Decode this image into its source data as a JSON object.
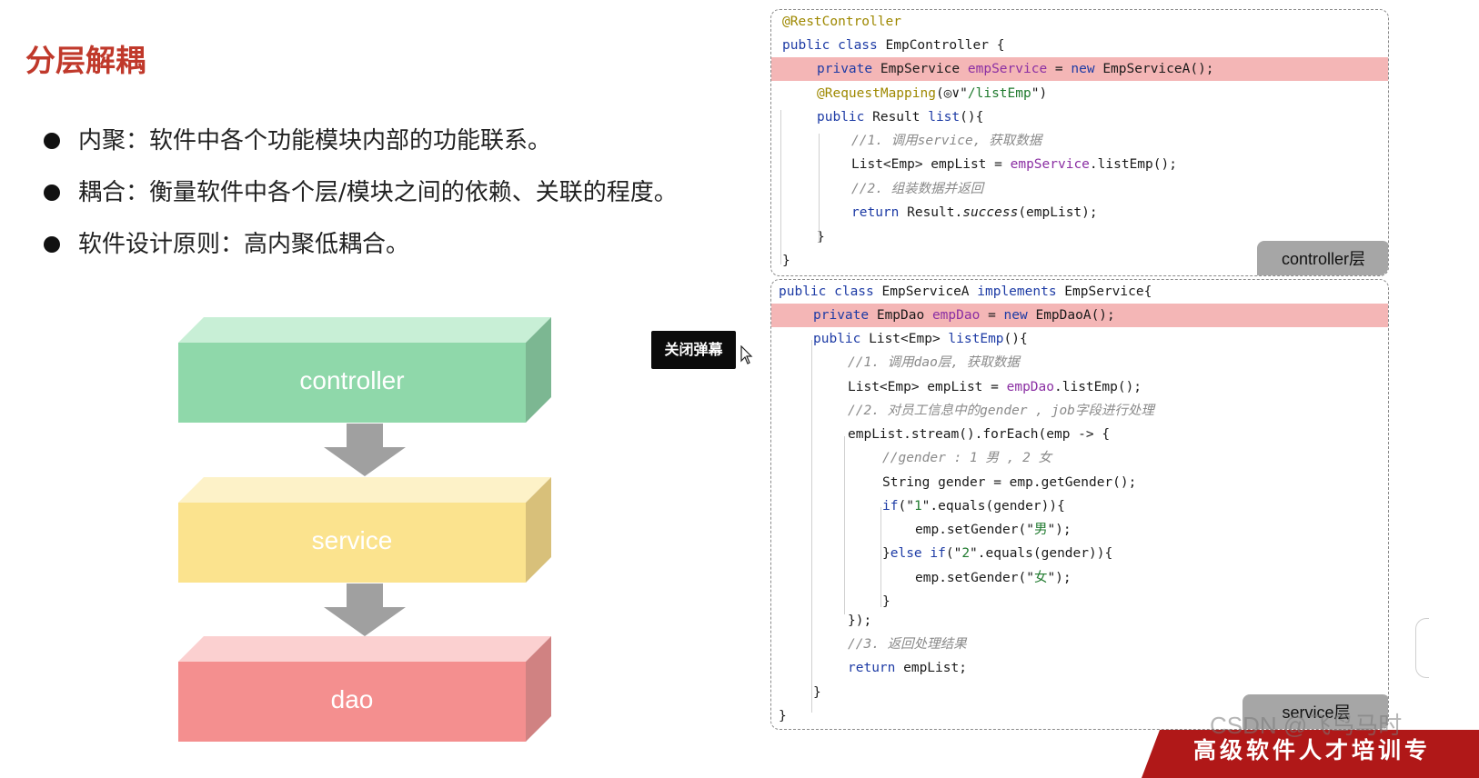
{
  "slide": {
    "title": "分层解耦",
    "bullets": [
      "内聚：软件中各个功能模块内部的功能联系。",
      "耦合：衡量软件中各个层/模块之间的依赖、关联的程度。",
      "软件设计原则：高内聚低耦合。"
    ],
    "layers": [
      {
        "label": "controller",
        "front": "#8fd8aa",
        "top": "#c8efd6",
        "side": "#7cb792"
      },
      {
        "label": "service",
        "front": "#fbe38e",
        "top": "#fdf2c8",
        "side": "#d8c07a"
      },
      {
        "label": "dao",
        "front": "#f48f8f",
        "top": "#fbd0d0",
        "side": "#d08282"
      }
    ]
  },
  "popup": {
    "label": "关闭弹幕"
  },
  "code": {
    "controller_tag": "controller层",
    "service_tag": "service层",
    "controller_lines": [
      [
        {
          "t": "@RestController",
          "c": "ann"
        }
      ],
      [
        {
          "t": "public class ",
          "c": "kw"
        },
        {
          "t": "EmpController {"
        }
      ],
      [
        {
          "t": "private ",
          "c": "kw"
        },
        {
          "t": "EmpService "
        },
        {
          "t": "empService",
          "c": "fld"
        },
        {
          "t": " = "
        },
        {
          "t": "new ",
          "c": "kw"
        },
        {
          "t": "EmpServiceA();"
        }
      ],
      [
        {
          "t": "@RequestMapping",
          "c": "ann"
        },
        {
          "t": "(◎∨\""
        },
        {
          "t": "/listEmp",
          "c": "str"
        },
        {
          "t": "\")"
        }
      ],
      [
        {
          "t": "public ",
          "c": "kw"
        },
        {
          "t": "Result "
        },
        {
          "t": "list",
          "c": "kw"
        },
        {
          "t": "(){"
        }
      ],
      [
        {
          "t": "//1. 调用service, 获取数据",
          "c": "cmt"
        }
      ],
      [
        {
          "t": "List<Emp> empList = "
        },
        {
          "t": "empService",
          "c": "fld"
        },
        {
          "t": ".listEmp();"
        }
      ],
      [
        {
          "t": "//2. 组装数据并返回",
          "c": "cmt"
        }
      ],
      [
        {
          "t": "return ",
          "c": "kw"
        },
        {
          "t": "Result."
        },
        {
          "t": "success",
          "c": "it"
        },
        {
          "t": "(empList);"
        }
      ],
      [
        {
          "t": "}"
        }
      ],
      [
        {
          "t": "}"
        }
      ]
    ],
    "service_lines": [
      [
        {
          "t": "public class ",
          "c": "kw"
        },
        {
          "t": "EmpServiceA "
        },
        {
          "t": "implements ",
          "c": "kw"
        },
        {
          "t": "EmpService{"
        }
      ],
      [
        {
          "t": "private ",
          "c": "kw"
        },
        {
          "t": "EmpDao "
        },
        {
          "t": "empDao",
          "c": "fld"
        },
        {
          "t": " = "
        },
        {
          "t": "new ",
          "c": "kw"
        },
        {
          "t": "EmpDaoA();"
        }
      ],
      [
        {
          "t": "public ",
          "c": "kw"
        },
        {
          "t": "List<Emp> "
        },
        {
          "t": "listEmp",
          "c": "kw"
        },
        {
          "t": "(){"
        }
      ],
      [
        {
          "t": "//1. 调用dao层, 获取数据",
          "c": "cmt"
        }
      ],
      [
        {
          "t": "List<Emp> empList = "
        },
        {
          "t": "empDao",
          "c": "fld"
        },
        {
          "t": ".listEmp();"
        }
      ],
      [
        {
          "t": "//2. 对员工信息中的gender , job字段进行处理",
          "c": "cmt"
        }
      ],
      [
        {
          "t": "empList.stream().forEach(emp -> {"
        }
      ],
      [
        {
          "t": "//gender : 1 男 , 2 女",
          "c": "cmt"
        }
      ],
      [
        {
          "t": "String gender = emp.getGender();"
        }
      ],
      [
        {
          "t": "if",
          "c": "kw"
        },
        {
          "t": "(\""
        },
        {
          "t": "1",
          "c": "str"
        },
        {
          "t": "\".equals(gender)){"
        }
      ],
      [
        {
          "t": "emp.setGender(\""
        },
        {
          "t": "男",
          "c": "str"
        },
        {
          "t": "\");"
        }
      ],
      [
        {
          "t": "}"
        },
        {
          "t": "else if",
          "c": "kw"
        },
        {
          "t": "(\""
        },
        {
          "t": "2",
          "c": "str"
        },
        {
          "t": "\".equals(gender)){"
        }
      ],
      [
        {
          "t": "emp.setGender(\""
        },
        {
          "t": "女",
          "c": "str"
        },
        {
          "t": "\");"
        }
      ],
      [
        {
          "t": "}"
        }
      ],
      [
        {
          "t": "});"
        }
      ],
      [
        {
          "t": "//3. 返回处理结果",
          "c": "cmt"
        }
      ],
      [
        {
          "t": "return ",
          "c": "kw"
        },
        {
          "t": "empList;"
        }
      ],
      [
        {
          "t": "}"
        }
      ],
      [
        {
          "t": "}"
        }
      ]
    ]
  },
  "watermark": "CSDN @飞鸟马时",
  "banner": "高级软件人才培训专"
}
